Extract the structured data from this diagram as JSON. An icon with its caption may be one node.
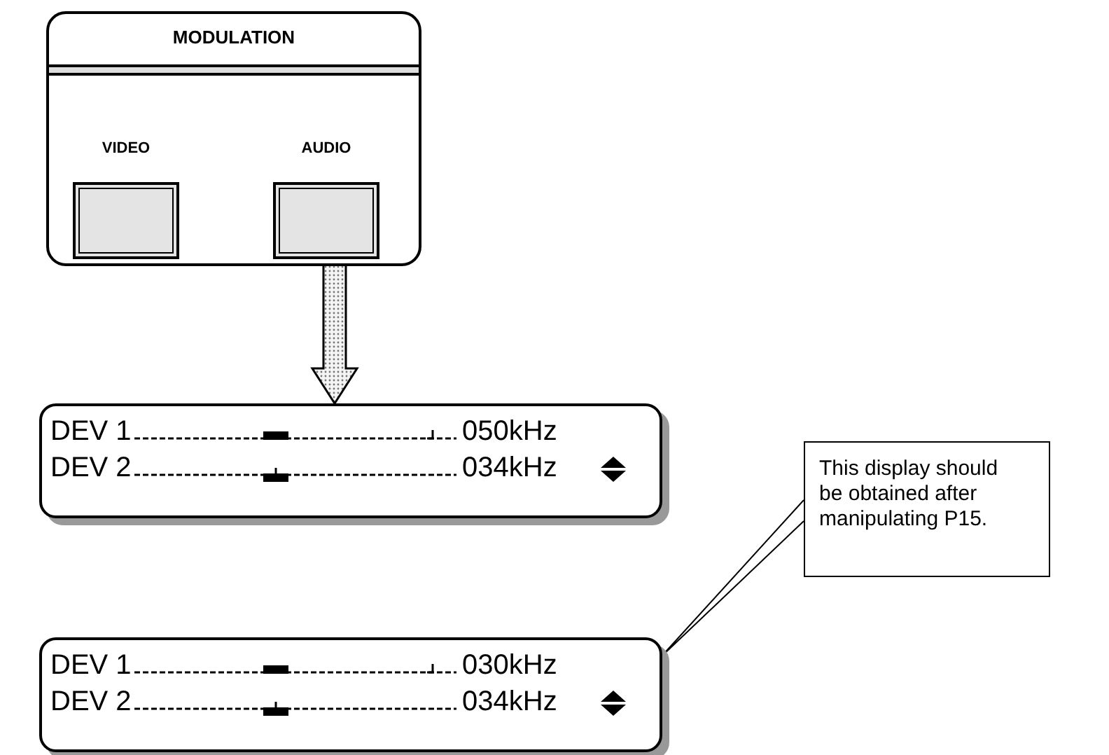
{
  "diagram": {
    "nodes": [
      {
        "text": [
          "MODULATION"
        ]
      },
      {
        "text": [
          "VIDEO"
        ],
        "in": 0
      },
      {
        "text": [
          "AUDIO"
        ],
        "in": 0
      },
      {
        "text": [
          "DEV 1",
          "050kHz",
          "DEV 2",
          "034kHz"
        ]
      },
      {
        "text": [
          "DEV 1",
          "030kHz",
          "DEV 2",
          "034kHz"
        ]
      },
      {
        "text": [
          "This display should be obtained after manipulating P15."
        ]
      }
    ],
    "edges": [
      {
        "from": 2,
        "to": 3,
        "arrow": "to",
        "style": "thick"
      },
      {
        "from": 5,
        "to": 4,
        "arrow": "none"
      }
    ]
  }
}
